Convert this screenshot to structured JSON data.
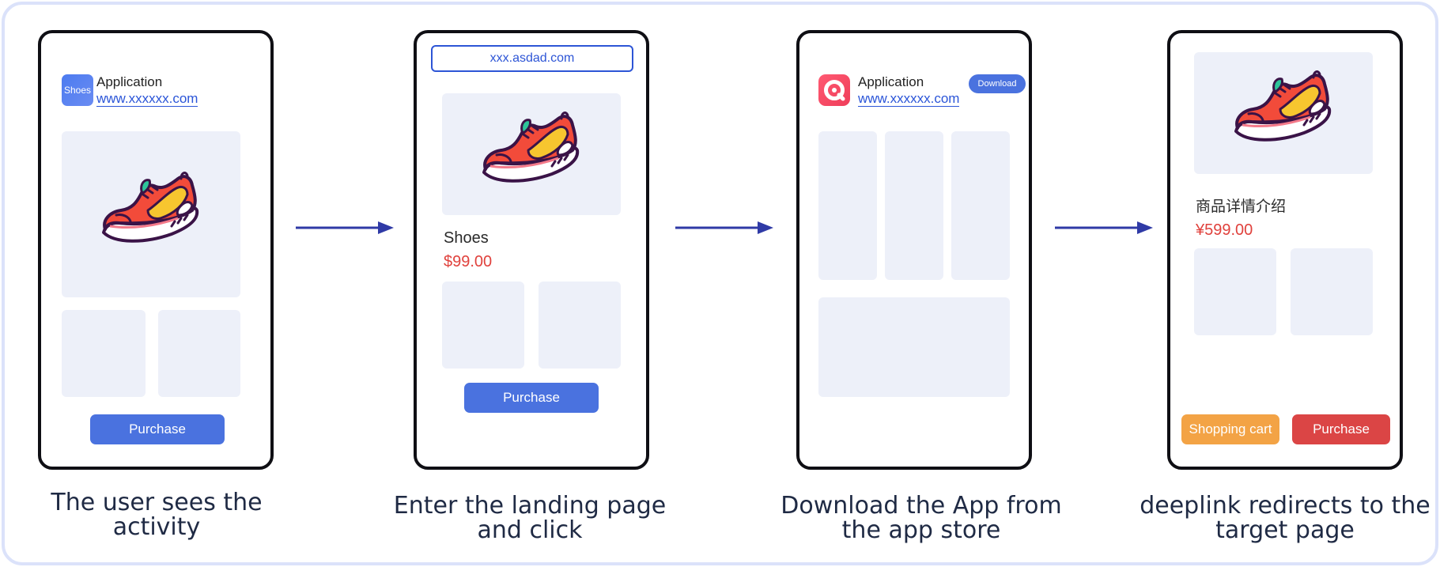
{
  "colors": {
    "frame_border": "#dbe2fa",
    "phone_border": "#0f0f14",
    "placeholder": "#edf0f9",
    "primary_button": "#4a72df",
    "cart_button": "#f3a345",
    "purchase_red": "#db4545",
    "price": "#e0413c",
    "link": "#2b55d8",
    "arrow": "#2f3aa6",
    "caption": "#1f2a44"
  },
  "steps": [
    {
      "app": {
        "icon_label": "Shoes",
        "title": "Application",
        "url": "www.xxxxxx.com"
      },
      "product_image": "sneaker-icon",
      "button": "Purchase",
      "caption": "The user sees the activity"
    },
    {
      "url_bar": "xxx.asdad.com",
      "product_image": "sneaker-icon",
      "product_name": "Shoes",
      "price": "$99.00",
      "button": "Purchase",
      "caption": "Enter the landing page and click"
    },
    {
      "app": {
        "icon": "app-logo-q-icon",
        "title": "Application",
        "url": "www.xxxxxx.com"
      },
      "download_button": "Download",
      "caption": "Download the App from the app store"
    },
    {
      "product_image": "sneaker-icon",
      "product_name": "商品详情介绍",
      "price": "¥599.00",
      "cart_button": "Shopping cart",
      "purchase_button": "Purchase",
      "caption": "deeplink redirects to the target page"
    }
  ],
  "connectors": [
    "arrow-right-icon",
    "arrow-right-icon",
    "arrow-right-icon"
  ]
}
